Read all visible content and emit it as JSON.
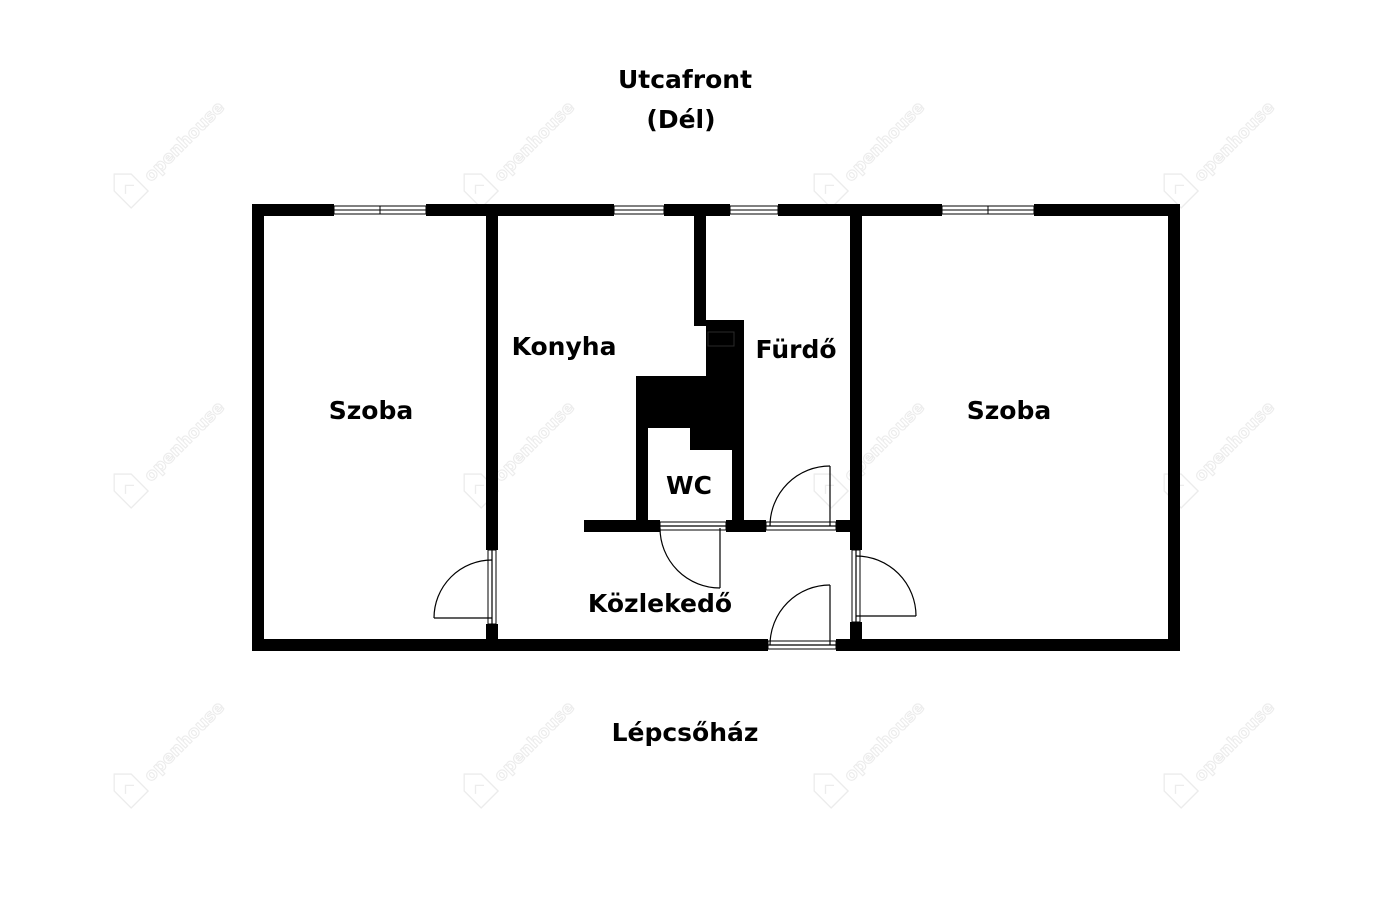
{
  "watermark": {
    "brand": "openhouse"
  },
  "orientation": {
    "top_line1": "Utcafront",
    "top_line2": "(Dél)",
    "bottom": "Lépcsőház"
  },
  "rooms": {
    "szoba_left": "Szoba",
    "konyha": "Konyha",
    "furdo": "Fürdő",
    "wc": "WC",
    "szoba_right": "Szoba",
    "kozlekedo": "Közlekedő"
  },
  "colors": {
    "wall": "#000000",
    "background": "#ffffff",
    "watermark": "#ececec"
  }
}
